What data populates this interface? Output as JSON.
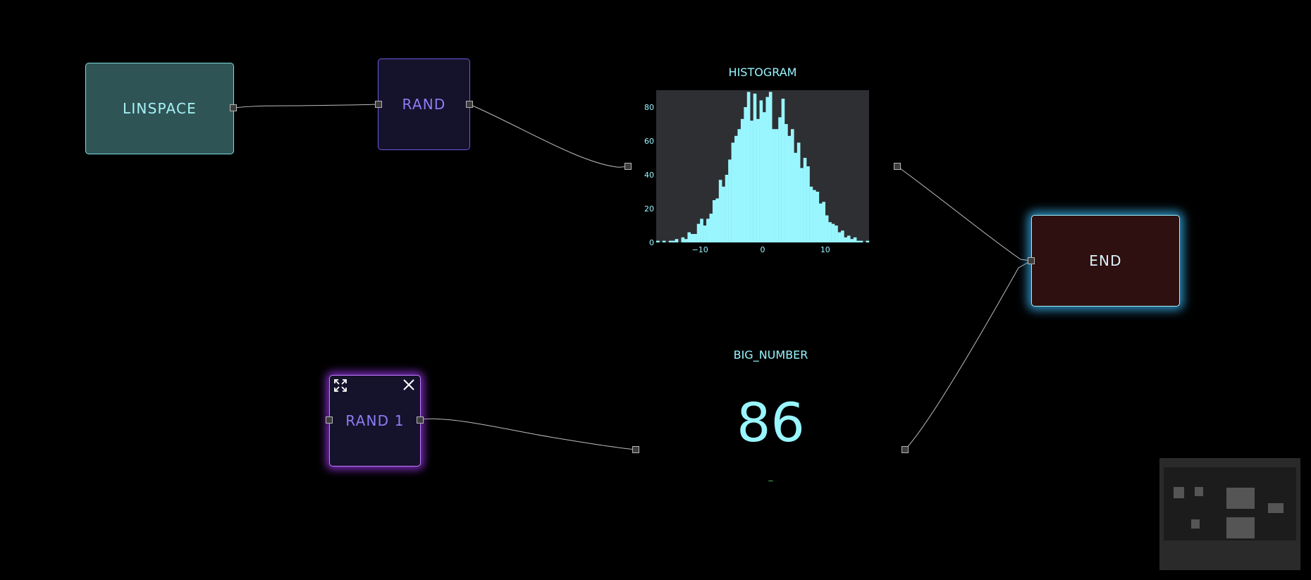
{
  "nodes": {
    "linspace": {
      "label": "LINSPACE"
    },
    "rand": {
      "label": "RAND"
    },
    "rand1": {
      "label": "RAND 1"
    },
    "end": {
      "label": "END"
    },
    "histogram": {
      "title": "HISTOGRAM"
    },
    "big_number": {
      "title": "BIG_NUMBER",
      "value": "86",
      "delta": "–"
    }
  },
  "icons": {
    "expand": "expand-icon",
    "close": "close-icon"
  },
  "colors": {
    "background": "#000000",
    "accent_cyan": "#99f6ff",
    "linspace_fill": "#2f5456",
    "rand_fill": "#15122c",
    "end_fill": "#2e1010",
    "selected_glow": "#aa3cff",
    "end_glow": "#3cbeff",
    "delta_green": "#3ea84b",
    "histogram_panel": "#2e2f33",
    "histogram_bar": "#99f6ff"
  },
  "chart_data": {
    "type": "bar",
    "title": "HISTOGRAM",
    "xlabel": "",
    "ylabel": "",
    "xlim": [
      -17,
      17
    ],
    "ylim": [
      0,
      90
    ],
    "xticks": [
      -10,
      0,
      10
    ],
    "yticks": [
      0,
      20,
      40,
      60,
      80
    ],
    "bin_width": 0.5,
    "bin_centers": [
      -16.75,
      -16.25,
      -15.75,
      -15.25,
      -14.75,
      -14.25,
      -13.75,
      -13.25,
      -12.75,
      -12.25,
      -11.75,
      -11.25,
      -10.75,
      -10.25,
      -9.75,
      -9.25,
      -8.75,
      -8.25,
      -7.75,
      -7.25,
      -6.75,
      -6.25,
      -5.75,
      -5.25,
      -4.75,
      -4.25,
      -3.75,
      -3.25,
      -2.75,
      -2.25,
      -1.75,
      -1.25,
      -0.75,
      -0.25,
      0.25,
      0.75,
      1.25,
      1.75,
      2.25,
      2.75,
      3.25,
      3.75,
      4.25,
      4.75,
      5.25,
      5.75,
      6.25,
      6.75,
      7.25,
      7.75,
      8.25,
      8.75,
      9.25,
      9.75,
      10.25,
      10.75,
      11.25,
      11.75,
      12.25,
      12.75,
      13.25,
      13.75,
      14.25,
      14.75,
      15.25,
      15.75,
      16.25,
      16.75
    ],
    "values": [
      1,
      0,
      1,
      0,
      1,
      1,
      2,
      0,
      3,
      2,
      6,
      5,
      5,
      11,
      14,
      10,
      14,
      17,
      25,
      26,
      37,
      33,
      40,
      49,
      59,
      63,
      67,
      73,
      80,
      89,
      72,
      88,
      73,
      84,
      77,
      86,
      89,
      67,
      67,
      74,
      85,
      70,
      63,
      67,
      53,
      59,
      44,
      50,
      45,
      33,
      31,
      30,
      23,
      24,
      16,
      12,
      11,
      10,
      6,
      7,
      3,
      4,
      2,
      3,
      1,
      1,
      0,
      1
    ]
  }
}
